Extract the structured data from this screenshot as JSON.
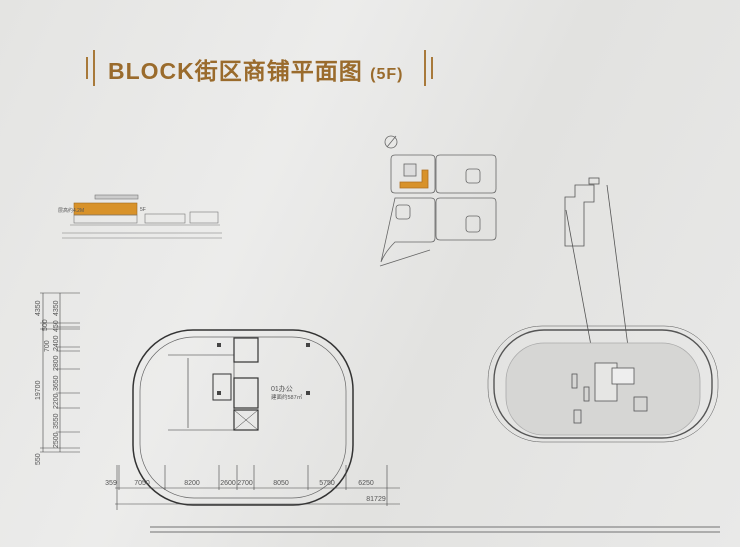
{
  "title": {
    "main": "BLOCK街区商铺平面图",
    "floor": "(5F)"
  },
  "elevation": {
    "height_label": "层高约4.2M",
    "floor_label": "5F"
  },
  "unit": {
    "name": "01办公",
    "area": "建面约587㎡"
  },
  "dimensions": {
    "horizontal": [
      "359",
      "7050",
      "8200",
      "2600",
      "2700",
      "8050",
      "5750",
      "6250"
    ],
    "horizontal_total": "81729",
    "vertical_outer": [
      "4350",
      "500",
      "700",
      "19700",
      "550"
    ],
    "vertical_inner": [
      "4350",
      "450",
      "2400",
      "2800",
      "3650",
      "2200",
      "3550",
      "2500"
    ]
  },
  "colors": {
    "accent": "#9a6b2c",
    "highlight": "#d8922a",
    "line": "#444444"
  }
}
